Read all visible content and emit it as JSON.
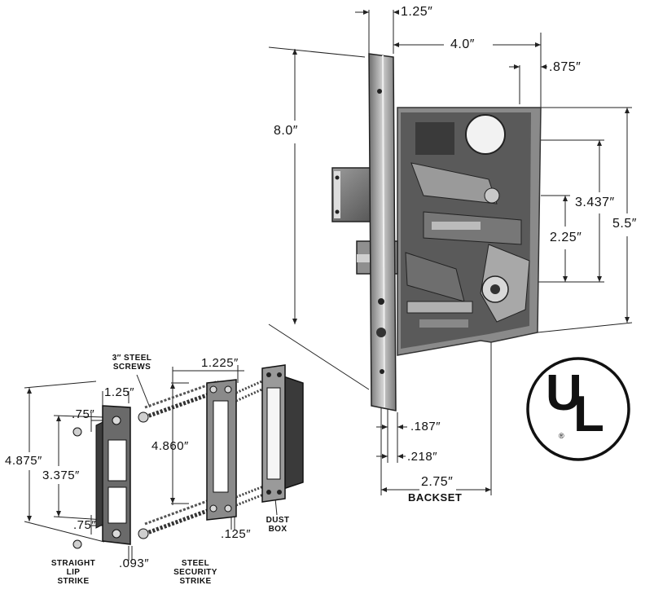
{
  "mortise_lock": {
    "dimensions": {
      "faceplate_offset": "1.25″",
      "case_depth": "4.0″",
      "top_offset": ".875″",
      "faceplate_height": "8.0″",
      "case_height": "5.5″",
      "hub_to_cylinder": "3.437″",
      "hub_to_lever": "2.25″",
      "faceplate_thickness": ".187″",
      "front_thickness": ".218″",
      "backset": "2.75″"
    },
    "backset_label": "BACKSET"
  },
  "strikes": {
    "dimensions": {
      "lip_width": "1.25″",
      "hole_offset_top": ".75″",
      "lip_height": "4.875″",
      "opening_height": "3.375″",
      "hole_offset_bottom": ".75″",
      "lip_thickness": ".093″",
      "security_width": "1.225″",
      "security_height": "4.860″",
      "security_thickness": ".125″"
    },
    "screws_label": [
      "3″ STEEL",
      "SCREWS"
    ],
    "straight_lip_label": [
      "STRAIGHT",
      "LIP",
      "STRIKE"
    ],
    "security_label": [
      "STEEL",
      "SECURITY",
      "STRIKE"
    ],
    "dust_box_label": [
      "DUST",
      "BOX"
    ]
  },
  "certification_mark": {
    "letters": "UL",
    "registered": "®",
    "color": "#111111"
  }
}
